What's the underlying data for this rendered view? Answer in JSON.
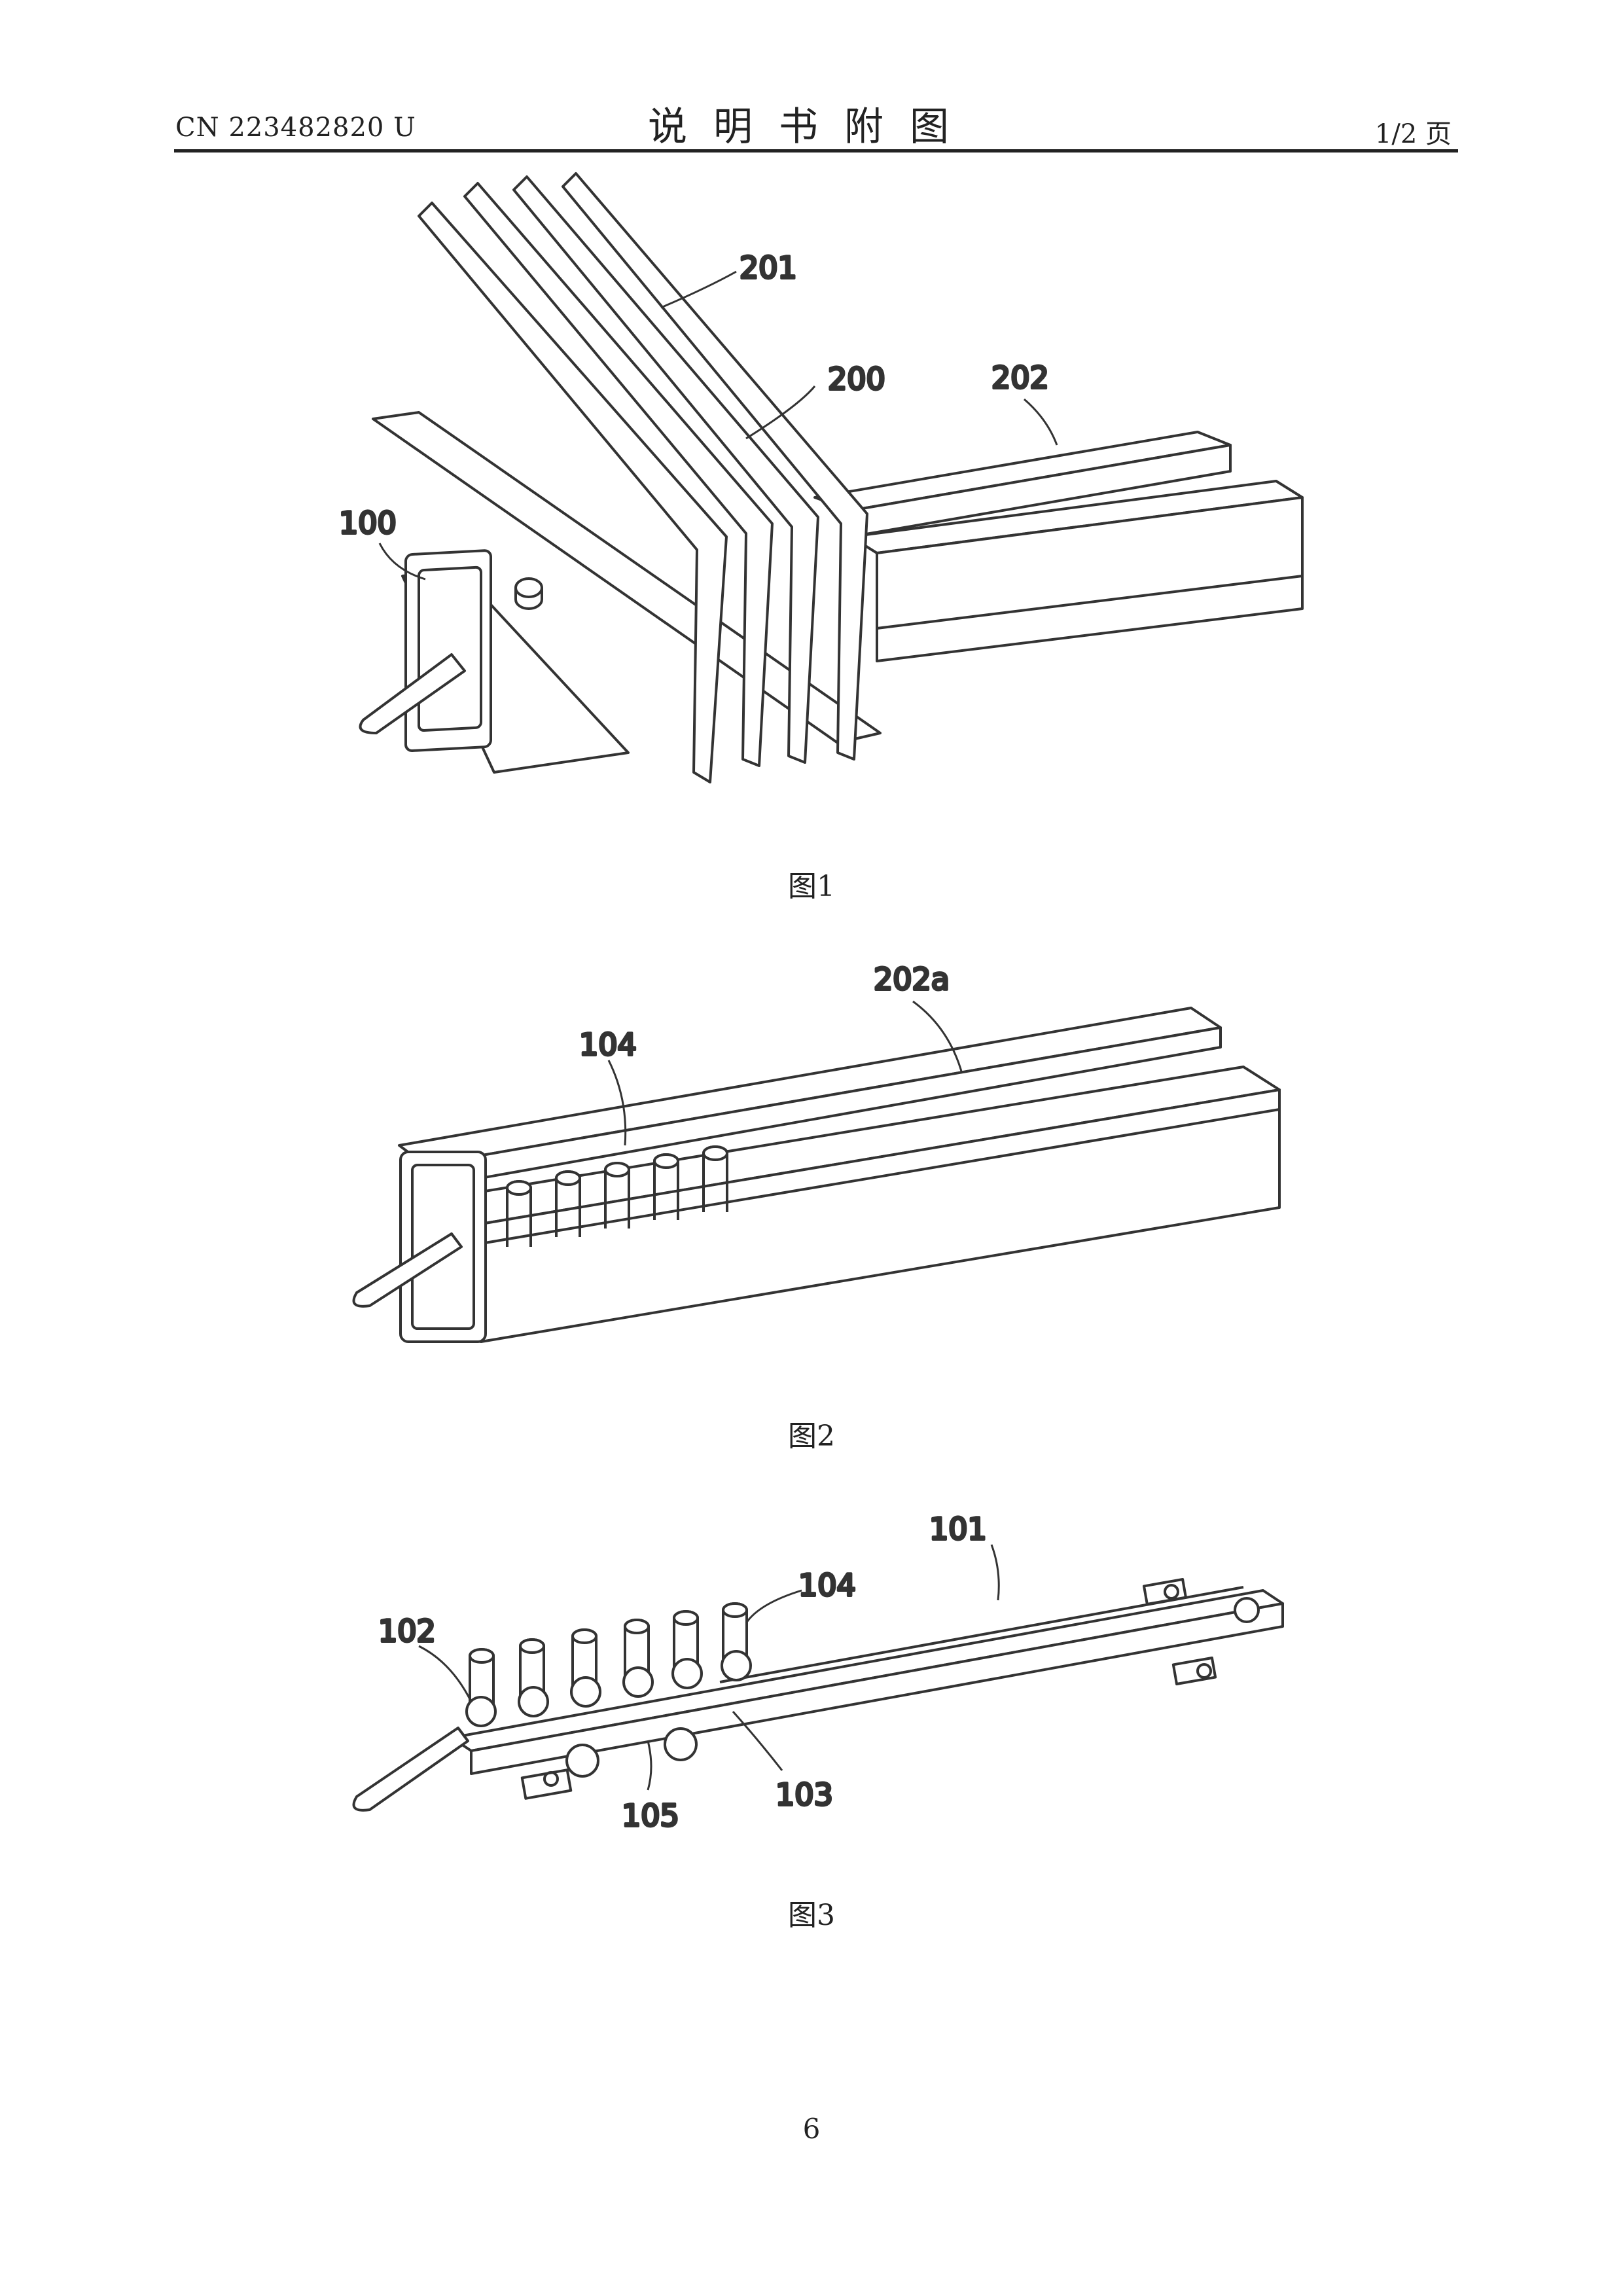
{
  "header": {
    "publication_number": "CN 223482820 U",
    "title": "说明书附图",
    "page_fraction": "1/2 页"
  },
  "figures": [
    {
      "caption": "图1",
      "labels": [
        "201",
        "200",
        "202",
        "100"
      ]
    },
    {
      "caption": "图2",
      "labels": [
        "202a",
        "104"
      ]
    },
    {
      "caption": "图3",
      "labels": [
        "101",
        "104",
        "102",
        "105",
        "103"
      ]
    }
  ],
  "page_number": "6"
}
